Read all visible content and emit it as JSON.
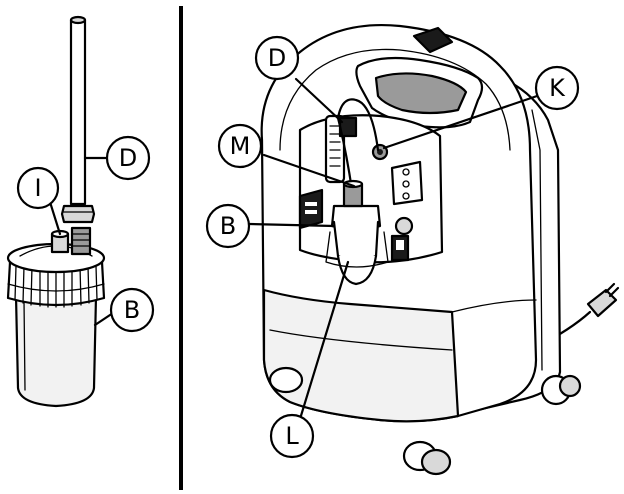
{
  "figure": {
    "left_callouts": [
      {
        "id": "I",
        "label": "I"
      },
      {
        "id": "D",
        "label": "D"
      },
      {
        "id": "B",
        "label": "B"
      }
    ],
    "right_callouts": [
      {
        "id": "D",
        "label": "D"
      },
      {
        "id": "K",
        "label": "K"
      },
      {
        "id": "M",
        "label": "M"
      },
      {
        "id": "B",
        "label": "B"
      },
      {
        "id": "L",
        "label": "L"
      }
    ]
  }
}
